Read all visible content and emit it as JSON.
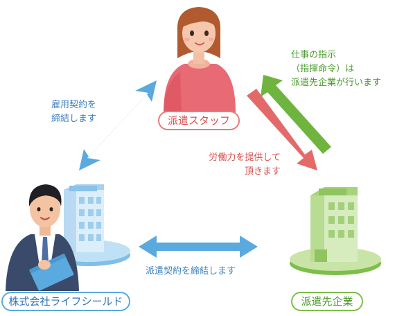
{
  "nodes": {
    "staff": {
      "label": "派遣スタッフ"
    },
    "company": {
      "label": "株式会社ライフシールド"
    },
    "client": {
      "label": "派遣先企業"
    }
  },
  "edges": {
    "employment": {
      "line1": "雇用契約を",
      "line2": "締結します"
    },
    "dispatch_contract": {
      "label": "派遣契約を締結します"
    },
    "labor": {
      "line1": "労働力を提供して",
      "line2": "頂きます"
    },
    "instructions": {
      "line1": "仕事の指示",
      "line2": "（指揮命令）は",
      "line3": "派遣先企業が行います"
    }
  },
  "colors": {
    "blue": "#5aa9df",
    "pink": "#e46a6a",
    "green": "#6fb43f",
    "staff_border": "#e77b7b",
    "staff_text": "#d6504f",
    "company_border": "#5aa9df",
    "company_text": "#2e73b4",
    "client_border": "#7cbf4a",
    "client_text": "#4a9a2b",
    "note_text": "#3c7fc0"
  }
}
